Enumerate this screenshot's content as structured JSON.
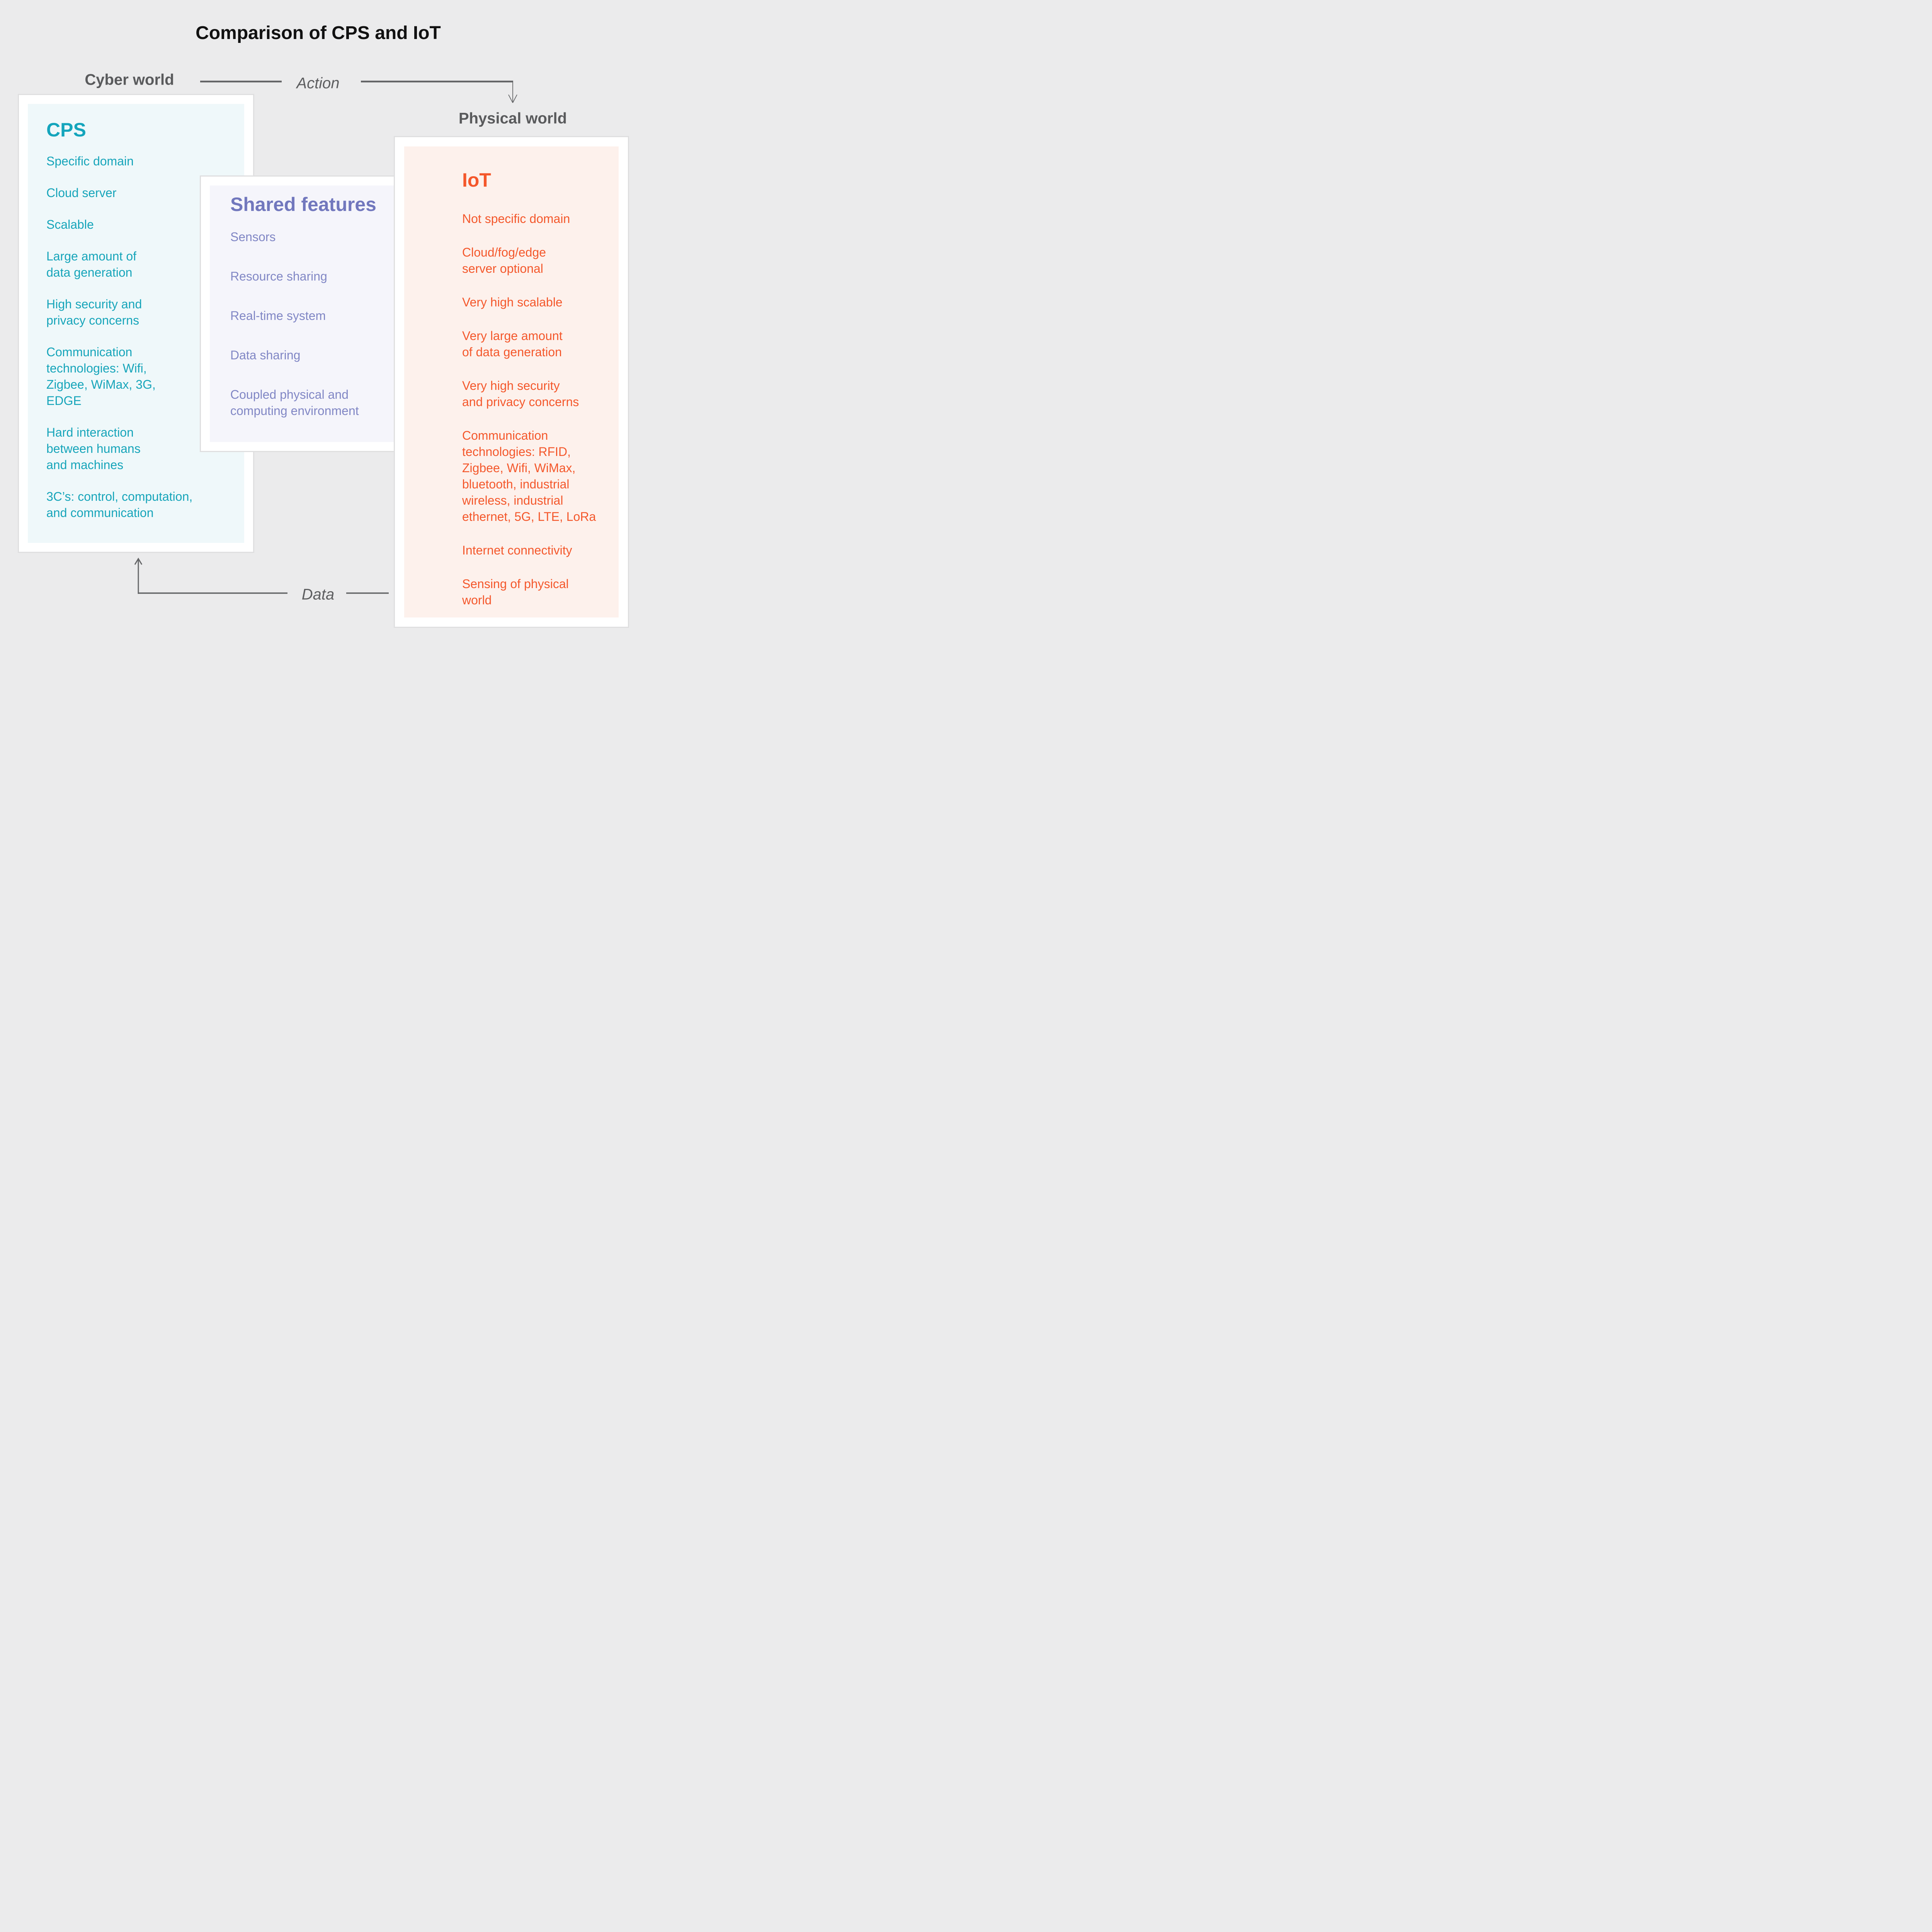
{
  "title": "Comparison of CPS and IoT",
  "flow": {
    "cyber_world": "Cyber world",
    "physical_world": "Physical world",
    "action_label": "Action",
    "data_label": "Data"
  },
  "panels": {
    "cps": {
      "heading": "CPS",
      "items": [
        "Specific domain",
        "Cloud server",
        "Scalable",
        "Large amount of\ndata generation",
        "High security and\nprivacy concerns",
        "Communication\ntechnologies: Wifi,\nZigbee, WiMax, 3G,\nEDGE",
        "Hard interaction\nbetween humans\nand machines",
        "3C’s: control, computation,\nand communication"
      ]
    },
    "shared": {
      "heading": "Shared features",
      "items": [
        "Sensors",
        "Resource sharing",
        "Real-time system",
        "Data sharing",
        "Coupled physical and\ncomputing environment"
      ]
    },
    "iot": {
      "heading": "IoT",
      "items": [
        "Not specific domain",
        "Cloud/fog/edge\nserver optional",
        "Very high scalable",
        "Very large amount\nof data generation",
        "Very high security\nand privacy concerns",
        "Communication\ntechnologies: RFID,\nZigbee, Wifi, WiMax,\nbluetooth, industrial\nwireless, industrial\nethernet, 5G, LTE, LoRa",
        "Internet connectivity",
        "Sensing of physical\nworld"
      ]
    }
  },
  "colors": {
    "background": "#ebebec",
    "panel_white": "#ffffff",
    "panel_shadow": "#dfdfe0",
    "cps_background": "#eff8fa",
    "cps_text": "#17a5ba",
    "shared_background": "#f5f5fb",
    "shared_heading": "#7177bd",
    "shared_text": "#8187c5",
    "iot_background": "#fdf1ec",
    "iot_text": "#f4572b",
    "connector_gray": "#636466",
    "label_gray": "#595a5c",
    "title_black": "#111111"
  }
}
